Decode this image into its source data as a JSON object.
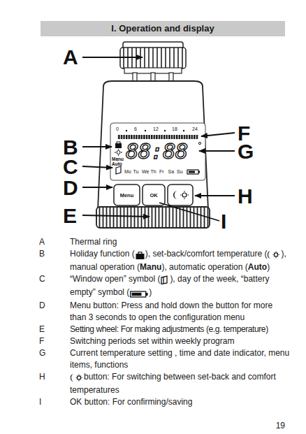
{
  "diagram": {
    "title": "I. Operation and display",
    "labels": [
      "A",
      "B",
      "C",
      "D",
      "E",
      "F",
      "G",
      "H",
      "I",
      "0",
      "6",
      "12",
      "18",
      "24",
      "Manu",
      "Auto",
      "88:88",
      "Mo",
      "Tu",
      "We",
      "Th",
      "Fr",
      "Sa",
      "Su",
      "Menu",
      "OK",
      "A",
      "Thermal ring",
      "B",
      "Holiday function (",
      "), set-back/comfort temperature (",
      "), manual operation (",
      "Manu",
      "), automatic operation (",
      "Auto",
      ")",
      "C",
      "“Window open” symbol (",
      "), day of the week, “battery empty” symbol (",
      ")",
      "D",
      "Menu button: Press and hold down the button for more than 3 seconds to open the configuration menu",
      "E",
      "Setting wheel: For making adjustments (e.g. temperature)",
      "F",
      "Switching periods set within weekly program",
      "G",
      "Current temperature setting , time and date indicator, menu items, functions",
      "H",
      "button: For switching between set-back and comfort temperatures",
      "I",
      "OK button: For confirming/saving",
      "19"
    ]
  }
}
